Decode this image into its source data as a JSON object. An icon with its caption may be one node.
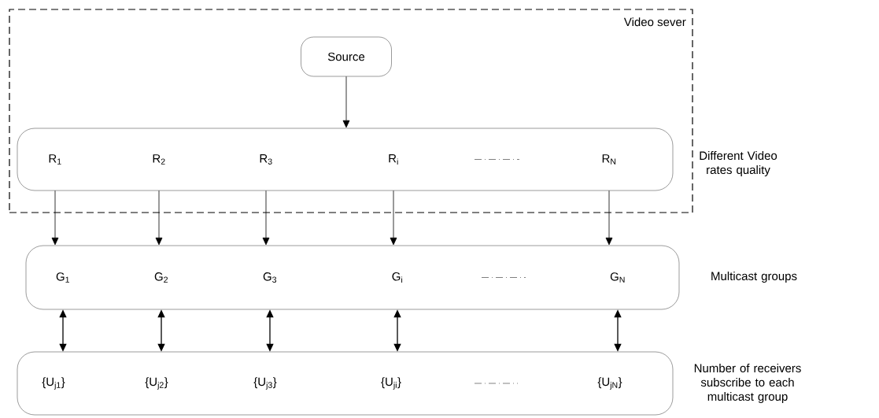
{
  "diagram": {
    "nodes": [
      {
        "text": [
          "Video sever"
        ]
      },
      {
        "text": [
          "Source"
        ],
        "in": 0
      },
      {
        "text": [],
        "shape": "box",
        "in": 0,
        "beside": [
          "Different Video rates quality"
        ]
      },
      {
        "text": [
          "R$_{1}$"
        ],
        "in": 2
      },
      {
        "text": [
          "R$_{2}$"
        ],
        "in": 2
      },
      {
        "text": [
          "R$_{3}$"
        ],
        "in": 2
      },
      {
        "text": [
          "R$_{i}$"
        ],
        "in": 2
      },
      {
        "text": [
          "R$_{N}$"
        ],
        "in": 2
      },
      {
        "text": [],
        "shape": "box",
        "beside": [
          "Multicast groups"
        ]
      },
      {
        "text": [
          "G$_{1}$"
        ],
        "in": 8
      },
      {
        "text": [
          "G$_{2}$"
        ],
        "in": 8
      },
      {
        "text": [
          "G$_{3}$"
        ],
        "in": 8
      },
      {
        "text": [
          "G$_{i}$"
        ],
        "in": 8
      },
      {
        "text": [
          "G$_{N}$"
        ],
        "in": 8
      },
      {
        "text": [],
        "shape": "box",
        "beside": [
          "Number of receivers subscribe to each multicast group"
        ]
      },
      {
        "text": [
          "{U$_{j1}$}"
        ],
        "in": 14
      },
      {
        "text": [
          "{U$_{j2}$}"
        ],
        "in": 14
      },
      {
        "text": [
          "{U$_{j3}$}"
        ],
        "in": 14
      },
      {
        "text": [
          "{U$_{ji}$}"
        ],
        "in": 14
      },
      {
        "text": [
          "{U$_{jN}$}"
        ],
        "in": 14
      }
    ],
    "edges": [
      {
        "from": 1,
        "to": 2,
        "arrow": "to"
      },
      {
        "from": 3,
        "to": 9,
        "arrow": "to"
      },
      {
        "from": 4,
        "to": 10,
        "arrow": "to"
      },
      {
        "from": 5,
        "to": 11,
        "arrow": "to"
      },
      {
        "from": 6,
        "to": 12,
        "arrow": "to"
      },
      {
        "from": 7,
        "to": 13,
        "arrow": "to"
      },
      {
        "from": 9,
        "to": 15,
        "arrow": "both"
      },
      {
        "from": 10,
        "to": 16,
        "arrow": "both"
      },
      {
        "from": 11,
        "to": 17,
        "arrow": "both"
      },
      {
        "from": 12,
        "to": 18,
        "arrow": "both"
      },
      {
        "from": 13,
        "to": 19,
        "arrow": "both"
      }
    ]
  }
}
